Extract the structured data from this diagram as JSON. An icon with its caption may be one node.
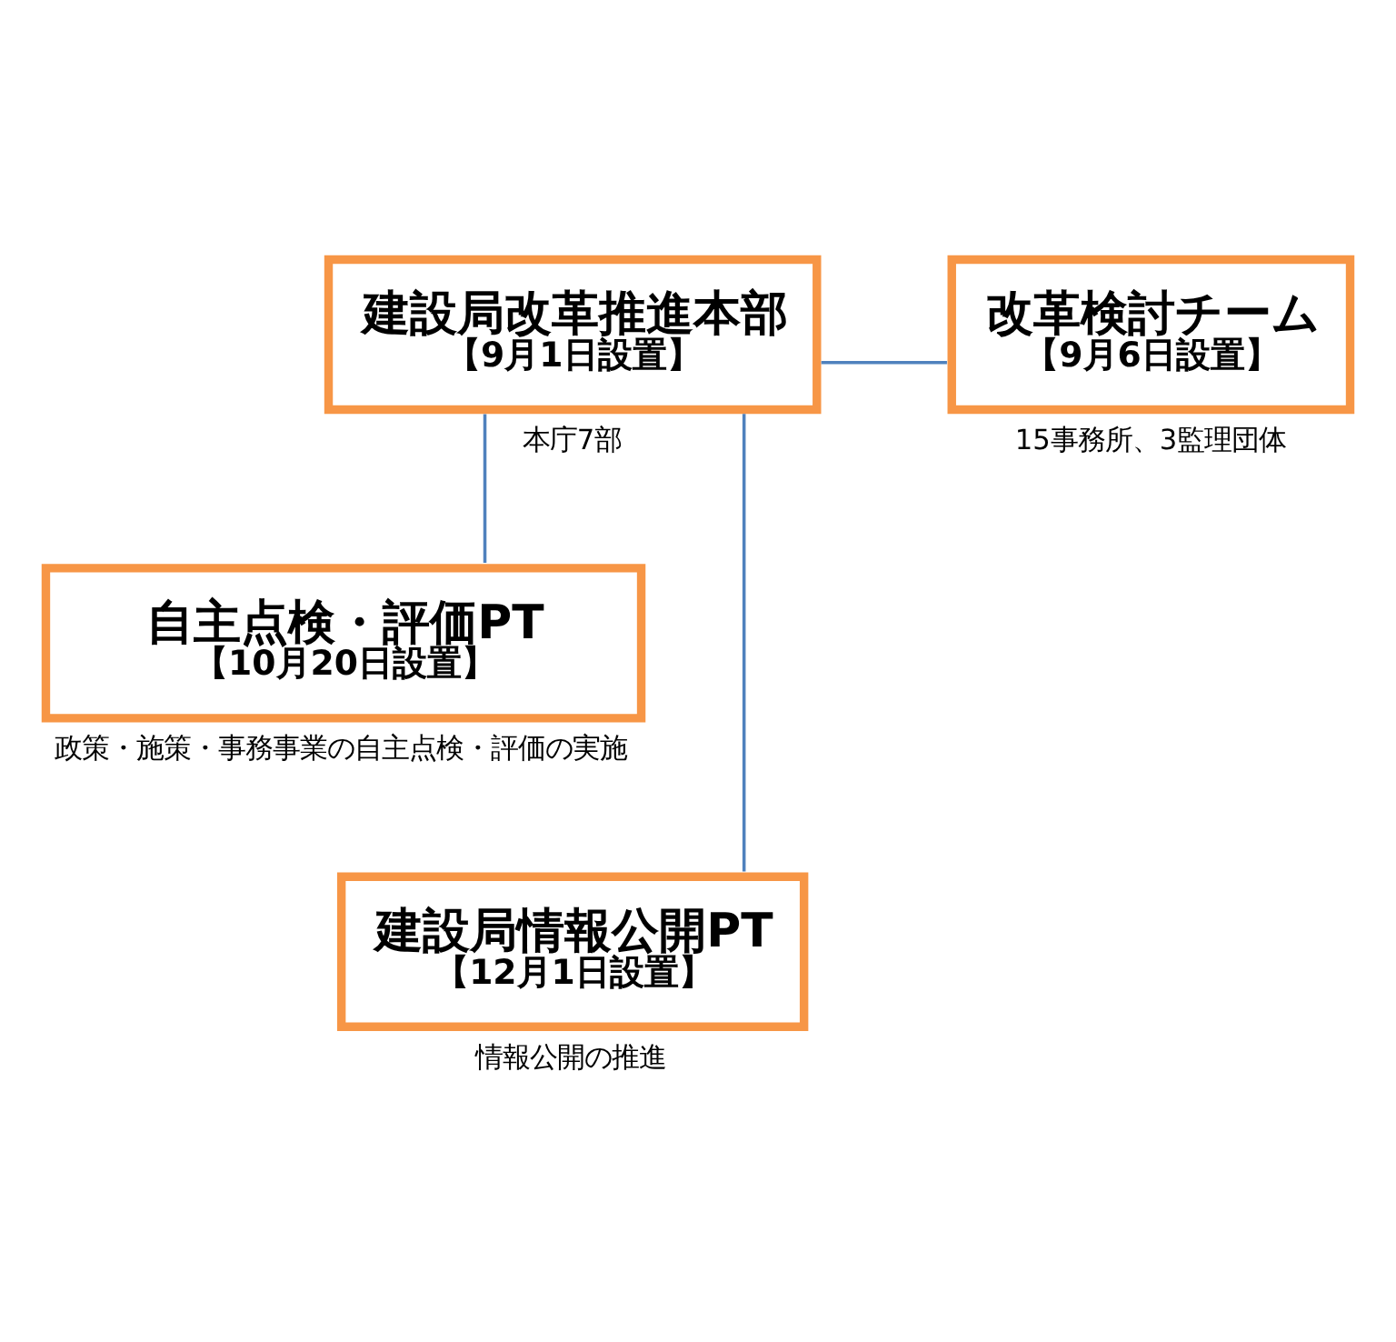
{
  "diagram": {
    "nodes": [
      {
        "text": [
          "建設局改革推進本部",
          "【9月1日設置】"
        ],
        "beside": [
          "本庁7部"
        ]
      },
      {
        "text": [
          "改革検討チーム",
          "【9月6日設置】"
        ],
        "beside": [
          "15事務所、3監理団体"
        ]
      },
      {
        "text": [
          "自主点検・評価PT",
          "【10月20日設置】"
        ],
        "beside": [
          "政策・施策・事務事業の自主点検・評価の実施"
        ]
      },
      {
        "text": [
          "建設局情報公開PT",
          "【12月1日設置】"
        ],
        "beside": [
          "情報公開の推進"
        ]
      }
    ],
    "edges": [
      {
        "from": 0,
        "to": 1,
        "arrow": "none"
      },
      {
        "from": 0,
        "to": 2,
        "arrow": "none"
      },
      {
        "from": 0,
        "to": 3,
        "arrow": "none"
      }
    ]
  }
}
